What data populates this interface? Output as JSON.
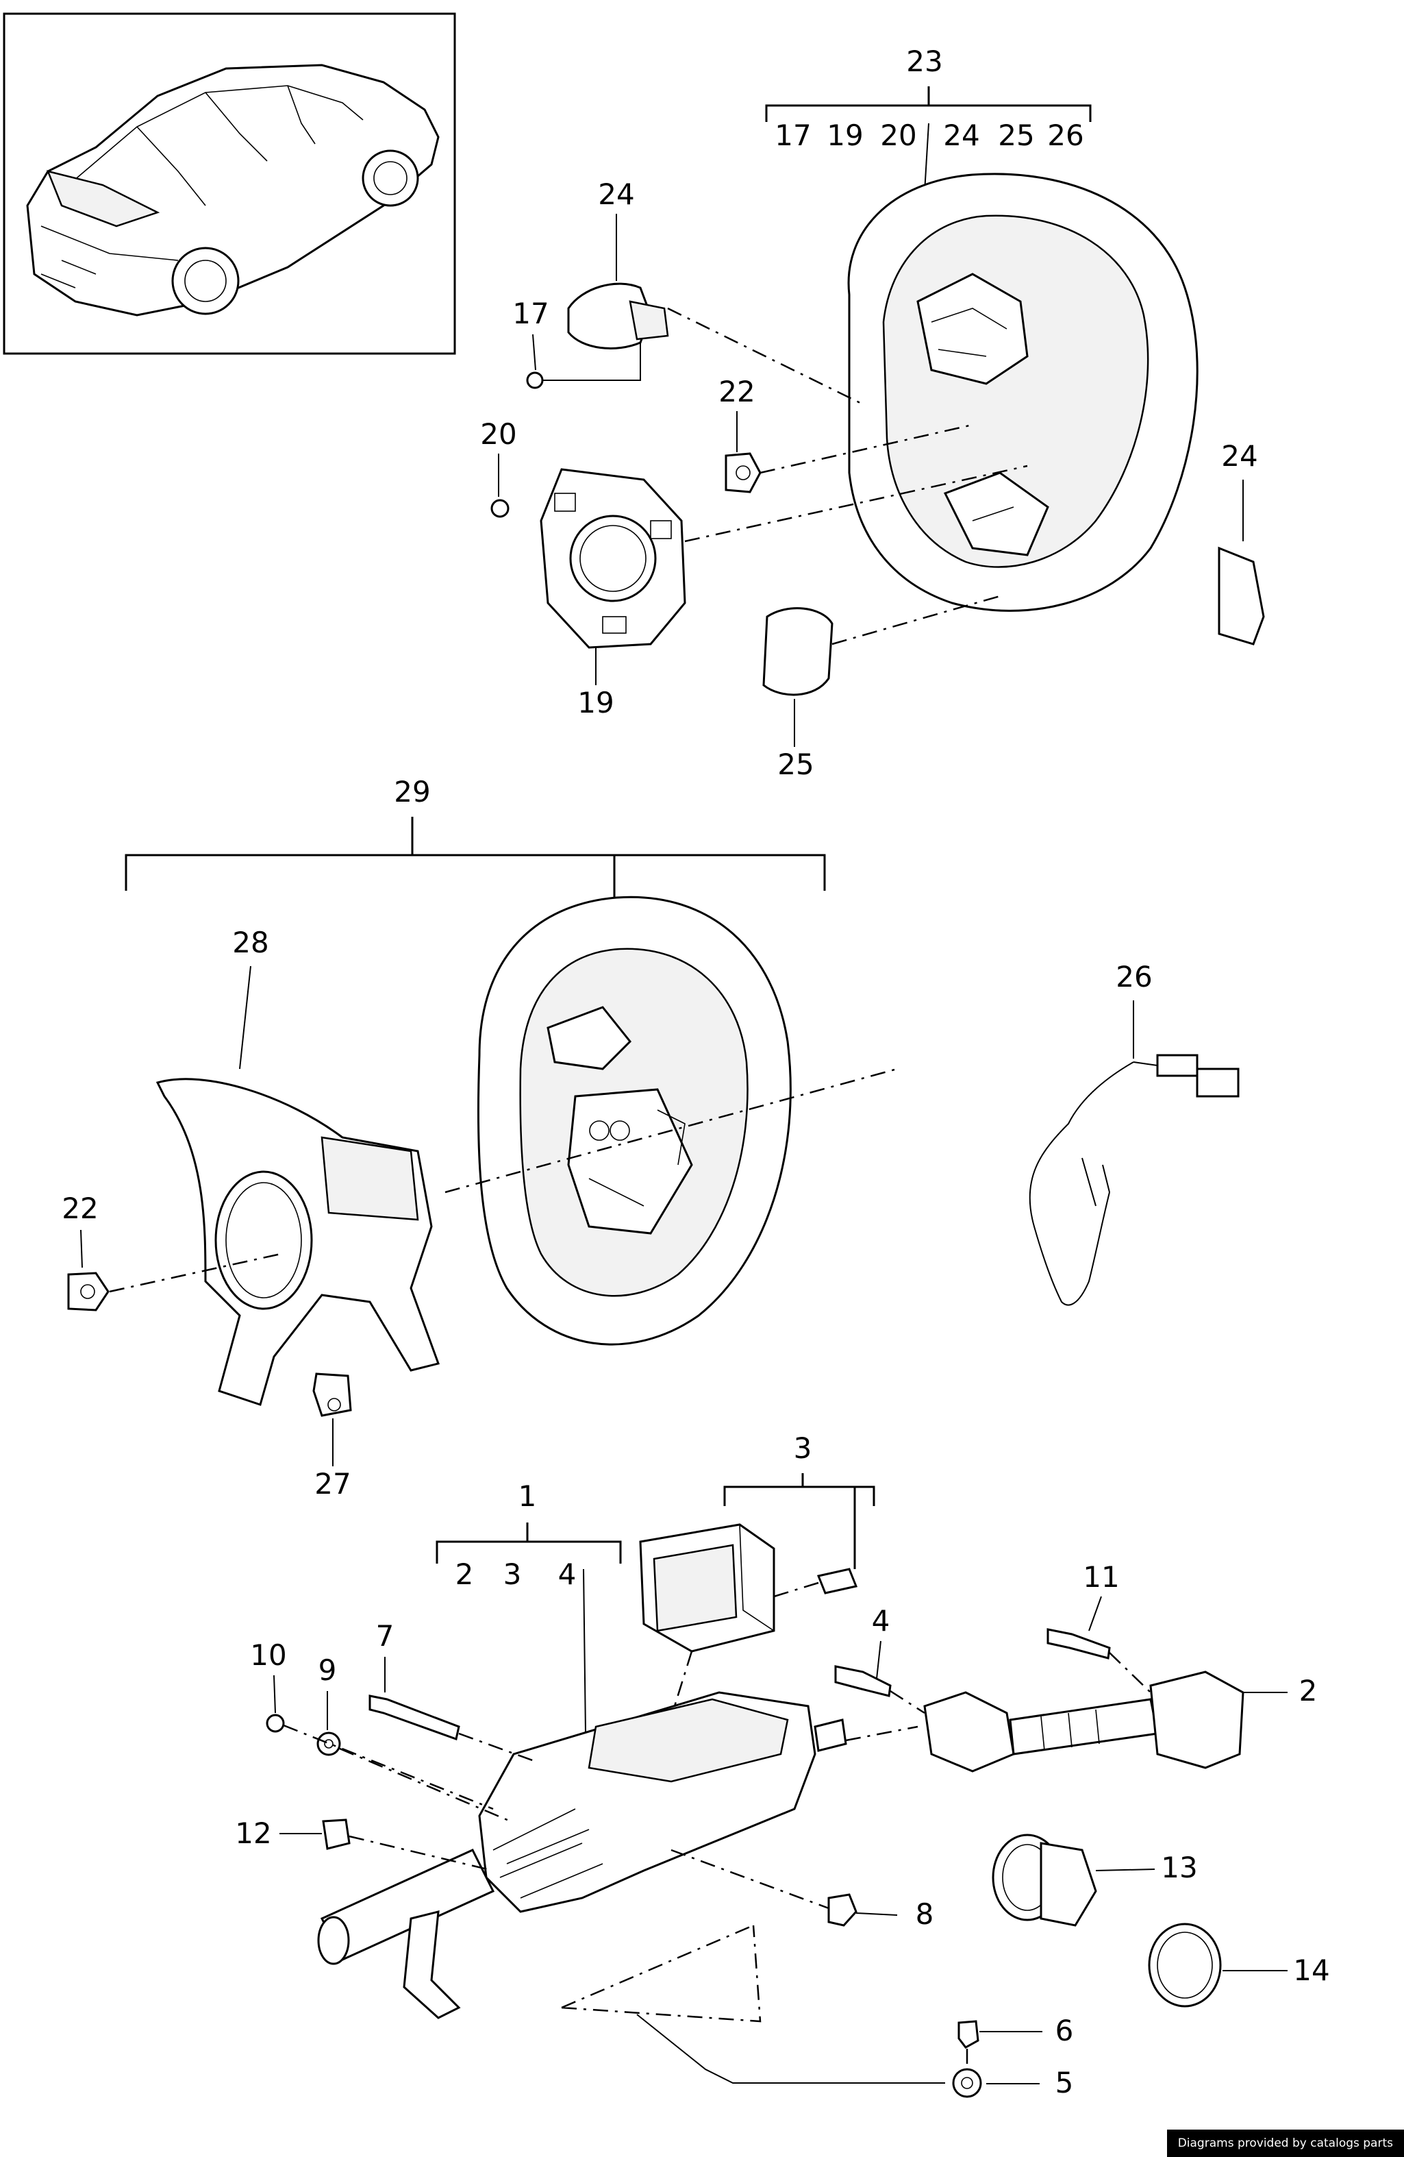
{
  "callouts": {
    "c1": "1",
    "c2a": "2",
    "c2b": "2",
    "c3a": "3",
    "c3b": "3",
    "c4a": "4",
    "c4b": "4",
    "c5": "5",
    "c6": "6",
    "c7": "7",
    "c8": "8",
    "c9": "9",
    "c10": "10",
    "c11": "11",
    "c12": "12",
    "c13": "13",
    "c14": "14",
    "c17a": "17",
    "c17b": "17",
    "c19a": "19",
    "c19b": "19",
    "c20a": "20",
    "c20b": "20",
    "c22a": "22",
    "c22b": "22",
    "c23": "23",
    "c24a": "24",
    "c24b": "24",
    "c24c": "24",
    "c25a": "25",
    "c25b": "25",
    "c26a": "26",
    "c26b": "26",
    "c27": "27",
    "c28": "28",
    "c29": "29"
  },
  "footer": {
    "credit": "Diagrams provided by catalogs parts"
  }
}
